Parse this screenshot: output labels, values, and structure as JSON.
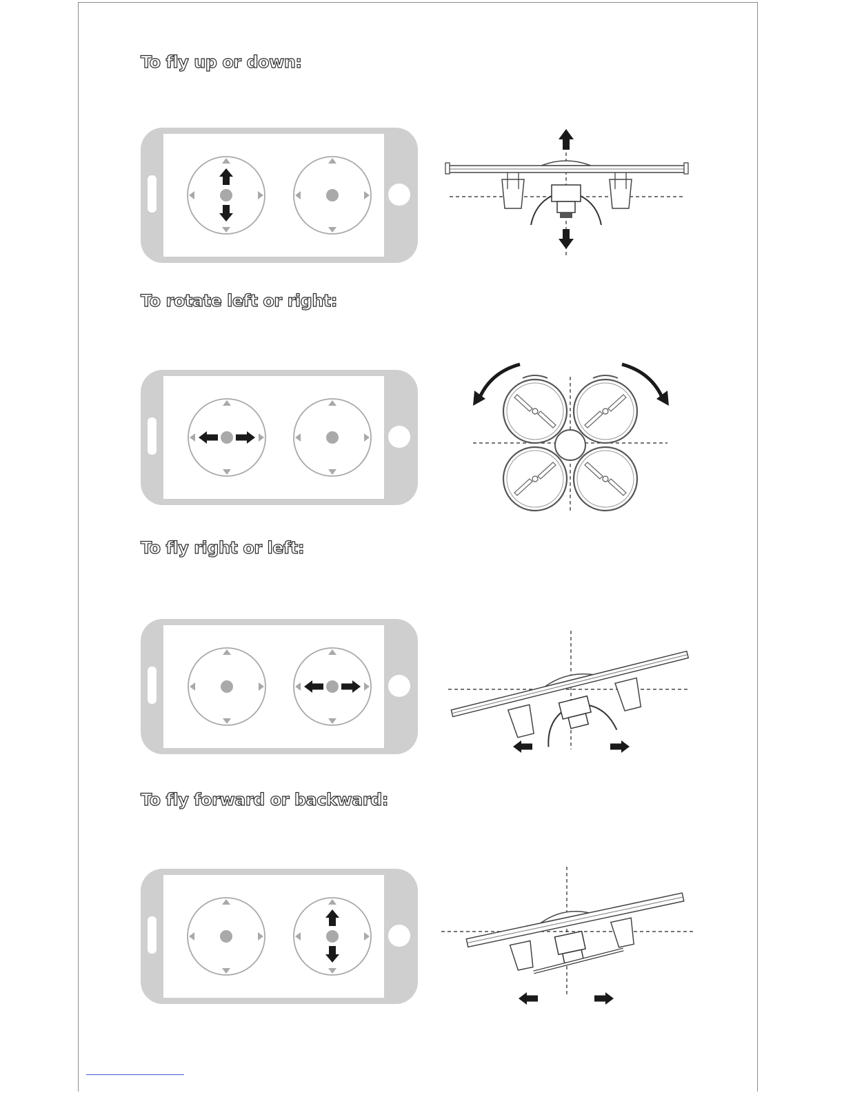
{
  "sections": [
    {
      "heading": "To fly up or down:"
    },
    {
      "heading": "To rotate left or right:"
    },
    {
      "heading": "To fly right or left:"
    },
    {
      "heading": "To fly forward or backward:"
    }
  ]
}
